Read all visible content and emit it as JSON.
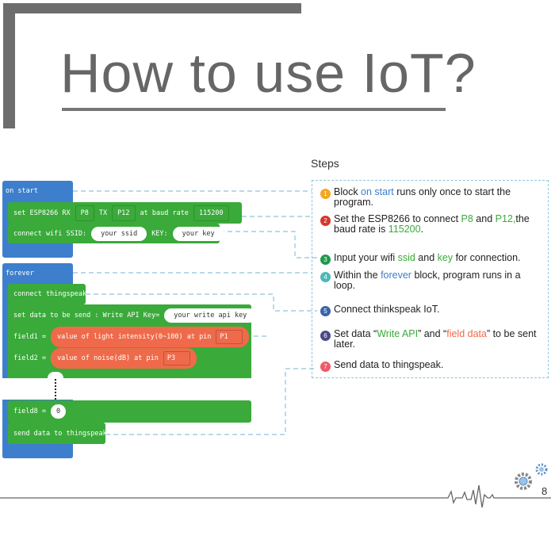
{
  "title": "How to use IoT?",
  "blocks": {
    "on_start": "on start",
    "set_esp": {
      "label": "set ESP8266 RX",
      "rx": "P8",
      "tx_label": "TX",
      "tx": "P12",
      "baud_label": "at baud rate",
      "baud": "115200"
    },
    "wifi": {
      "label": "connect wifi SSID:",
      "ssid": "your ssid",
      "key_label": "KEY:",
      "key": "your key"
    },
    "forever": "forever",
    "connect": "connect thingspeak",
    "set_data": {
      "label": "set data to be send : Write API Key=",
      "key": "your write api key"
    },
    "field1": {
      "label": "field1 =",
      "value": "value of light intensity(0~100) at pin",
      "pin": "P1"
    },
    "field2": {
      "label": "field2 =",
      "value": "value of noise(dB) at pin",
      "pin": "P3"
    },
    "field8": {
      "label": "field8 =",
      "value": "0"
    },
    "send": "send data to thingspeak"
  },
  "steps": {
    "title": "Steps",
    "items": [
      {
        "num": "1",
        "color": "#f5a623",
        "parts": [
          [
            "Block ",
            ""
          ],
          [
            "on start",
            "#3d7fcc"
          ],
          [
            " runs only once to start the program.",
            ""
          ]
        ]
      },
      {
        "num": "2",
        "color": "#d9342b",
        "parts": [
          [
            "Set the ESP8266 to connect ",
            ""
          ],
          [
            "P8",
            "#3aaa3a"
          ],
          [
            " and ",
            ""
          ],
          [
            "P12,",
            "#3aaa3a"
          ],
          [
            "the baud rate is ",
            ""
          ],
          [
            "115200",
            "#3aaa3a"
          ],
          [
            ".",
            ""
          ]
        ]
      },
      {
        "num": "3",
        "color": "#1e9a4a",
        "parts": [
          [
            "Input your wifi ",
            ""
          ],
          [
            "ssid",
            "#3aaa3a"
          ],
          [
            " and ",
            ""
          ],
          [
            "key",
            "#3aaa3a"
          ],
          [
            " for connection.",
            ""
          ]
        ]
      },
      {
        "num": "4",
        "color": "#4bb8b8",
        "parts": [
          [
            "Within the ",
            ""
          ],
          [
            "forever",
            "#3d7fcc"
          ],
          [
            " block, program runs in a loop.",
            ""
          ]
        ]
      },
      {
        "num": "5",
        "color": "#3a64a8",
        "parts": [
          [
            "Connect thinkspeak IoT.",
            ""
          ]
        ]
      },
      {
        "num": "6",
        "color": "#4a4a8a",
        "parts": [
          [
            "Set data “",
            ""
          ],
          [
            "Write API",
            "#3aaa3a"
          ],
          [
            "” and “",
            ""
          ],
          [
            "field data",
            "#ef6a4a"
          ],
          [
            "” to be sent later.",
            ""
          ]
        ]
      },
      {
        "num": "7",
        "color": "#ef5a6a",
        "parts": [
          [
            "Send data to thingspeak.",
            ""
          ]
        ]
      }
    ]
  },
  "page_number": "8"
}
